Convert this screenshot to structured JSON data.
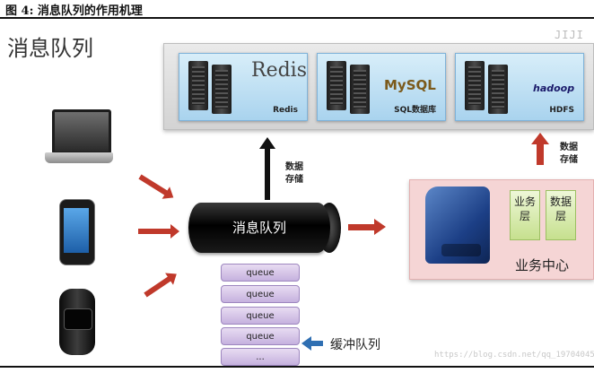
{
  "caption": "图 4: 消息队列的作用机理",
  "slide_title": "消息队列",
  "logo_text": "JIJI",
  "storage": {
    "redis": {
      "word": "Redis",
      "label": "Redis"
    },
    "mysql": {
      "word": "MySQL",
      "label": "SQL数据库"
    },
    "hdfs": {
      "word": "hadoop",
      "label": "HDFS"
    }
  },
  "message_queue": {
    "label": "消息队列"
  },
  "data_store_left": "数据存储",
  "data_store_right": "数据存储",
  "business": {
    "title": "业务中心",
    "layers": [
      "业务层",
      "数据层"
    ]
  },
  "queues": [
    "queue",
    "queue",
    "queue",
    "queue",
    "..."
  ],
  "buffer_label": "缓冲队列",
  "watermark": "https://blog.csdn.net/qq_19704045",
  "colors": {
    "accent_red": "#c0392b",
    "arrow_blue": "#2f6fb2",
    "panel_blue": "#a9d3ee",
    "business_pink": "#f5d5d5"
  }
}
